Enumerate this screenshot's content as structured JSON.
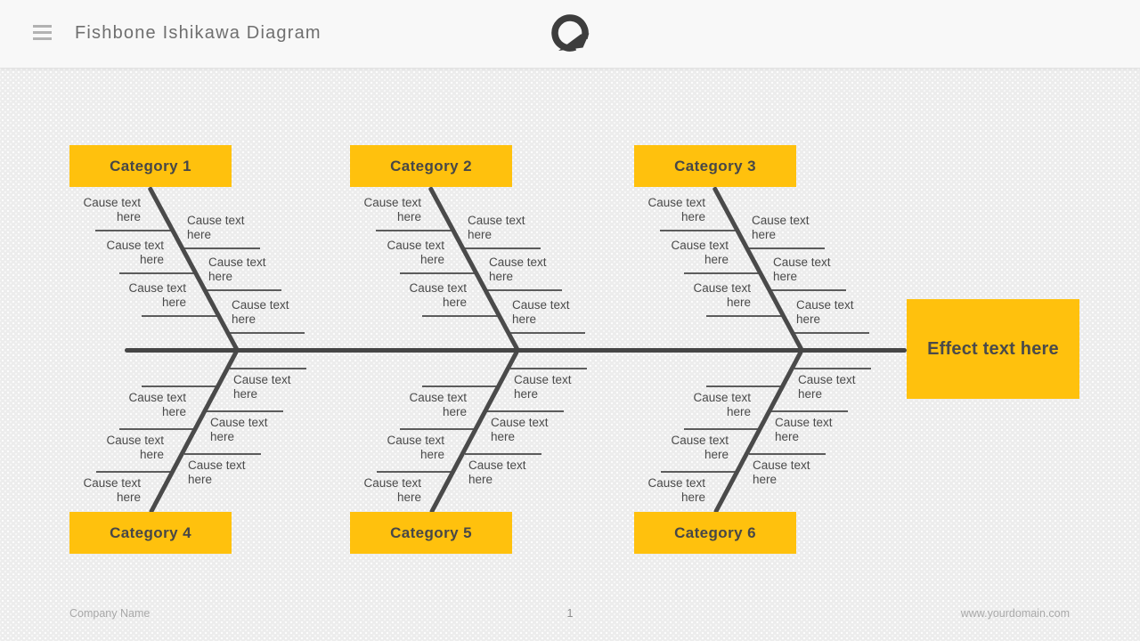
{
  "header": {
    "title": "Fishbone Ishikawa Diagram",
    "menu_icon": "hamburger-icon",
    "logo_icon": "g-arrow-logo"
  },
  "colors": {
    "accent_yellow": "#FFC10D",
    "ink_dark": "#4A4A4A",
    "spine_gray": "#454545",
    "background_gray": "#ECECEC"
  },
  "diagram": {
    "effect_label": "Effect text here",
    "branches": [
      {
        "label": "Category 1",
        "position": "top",
        "causes": [
          "Cause text here",
          "Cause text here",
          "Cause text here",
          "Cause text here",
          "Cause text here",
          "Cause text here"
        ]
      },
      {
        "label": "Category 2",
        "position": "top",
        "causes": [
          "Cause text here",
          "Cause text here",
          "Cause text here",
          "Cause text here",
          "Cause text here",
          "Cause text here"
        ]
      },
      {
        "label": "Category 3",
        "position": "top",
        "causes": [
          "Cause text here",
          "Cause text here",
          "Cause text here",
          "Cause text here",
          "Cause text here",
          "Cause text here"
        ]
      },
      {
        "label": "Category 4",
        "position": "bottom",
        "causes": [
          "Cause text here",
          "Cause text here",
          "Cause text here",
          "Cause text here",
          "Cause text here",
          "Cause text here"
        ]
      },
      {
        "label": "Category 5",
        "position": "bottom",
        "causes": [
          "Cause text here",
          "Cause text here",
          "Cause text here",
          "Cause text here",
          "Cause text here",
          "Cause text here"
        ]
      },
      {
        "label": "Category 6",
        "position": "bottom",
        "causes": [
          "Cause text here",
          "Cause text here",
          "Cause text here",
          "Cause text here",
          "Cause text here",
          "Cause text here"
        ]
      }
    ]
  },
  "footer": {
    "company": "Company Name",
    "page_number": "1",
    "website": "www.yourdomain.com"
  }
}
